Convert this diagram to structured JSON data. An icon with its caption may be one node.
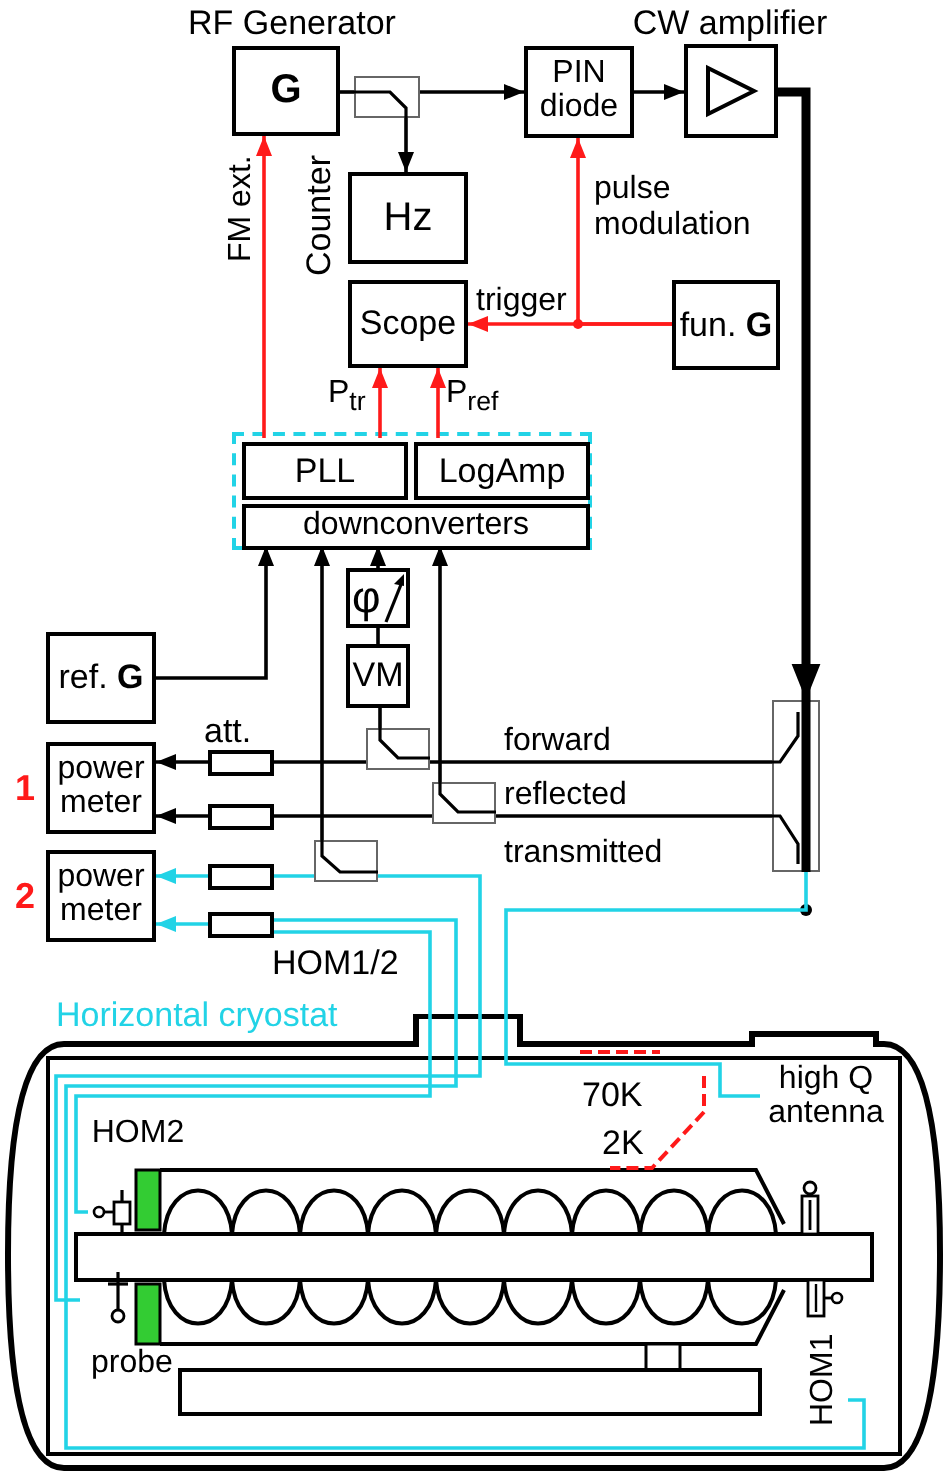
{
  "diagram": {
    "nodes": [
      {
        "text": [
          "RF Generator",
          "G"
        ]
      },
      {
        "text": [],
        "shape": "box"
      },
      {
        "text": [
          "Counter",
          "Hz"
        ]
      },
      {
        "text": [
          "PIN diode"
        ]
      },
      {
        "text": [
          "CW amplifier"
        ]
      },
      {
        "text": [
          "Scope"
        ]
      },
      {
        "text": [
          "fun. **G**"
        ]
      },
      {
        "text": [],
        "shape": "box"
      },
      {
        "text": [
          "PLL"
        ],
        "in": 7
      },
      {
        "text": [
          "LogAmp"
        ],
        "in": 7
      },
      {
        "text": [
          "downconverters"
        ],
        "in": 7
      },
      {
        "text": [
          "φ"
        ]
      },
      {
        "text": [
          "VM"
        ]
      },
      {
        "text": [
          "ref. **G**"
        ]
      },
      {
        "text": [
          "power meter"
        ],
        "beside": [
          "1"
        ]
      },
      {
        "text": [
          "power meter"
        ],
        "beside": [
          "2"
        ]
      },
      {
        "text": [],
        "shape": "box"
      },
      {
        "text": [],
        "shape": "box"
      },
      {
        "text": [],
        "shape": "box"
      },
      {
        "text": [],
        "shape": "box"
      },
      {
        "text": [],
        "shape": "box"
      },
      {
        "text": [],
        "shape": "box"
      },
      {
        "text": [],
        "shape": "box"
      },
      {
        "text": [],
        "shape": "box"
      },
      {
        "text": [
          "Horizontal cryostat"
        ]
      },
      {
        "text": [
          "HOM2"
        ],
        "in": 24
      },
      {
        "text": [
          "probe"
        ],
        "in": 24
      },
      {
        "text": [
          "high Q antenna"
        ],
        "in": 24
      },
      {
        "text": [
          "HOM1"
        ],
        "in": 24
      }
    ],
    "edges": [
      {
        "from": 0,
        "to": 1,
        "arrow": "none"
      },
      {
        "from": 1,
        "to": 3,
        "arrow": "to"
      },
      {
        "from": 1,
        "to": 2,
        "arrow": "to"
      },
      {
        "from": 3,
        "to": 4,
        "arrow": "to"
      },
      {
        "from": 4,
        "to": 20,
        "arrow": "to",
        "style": "thick"
      },
      {
        "from": 20,
        "to": 27,
        "arrow": "none",
        "color": "#22d3e6"
      },
      {
        "from": 20,
        "to": 21,
        "arrow": "none",
        "label": "forward"
      },
      {
        "from": 21,
        "to": 16,
        "arrow": "none"
      },
      {
        "from": 16,
        "to": 14,
        "arrow": "to"
      },
      {
        "from": 20,
        "to": 22,
        "arrow": "none",
        "label": "reflected"
      },
      {
        "from": 22,
        "to": 17,
        "arrow": "none"
      },
      {
        "from": 17,
        "to": 14,
        "arrow": "to"
      },
      {
        "from": 26,
        "to": 23,
        "arrow": "none",
        "label": "transmitted",
        "color": "#22d3e6"
      },
      {
        "from": 23,
        "to": 18,
        "arrow": "none",
        "color": "#22d3e6"
      },
      {
        "from": 18,
        "to": 15,
        "arrow": "to",
        "color": "#22d3e6"
      },
      {
        "from": 25,
        "to": 19,
        "arrow": "none",
        "color": "#22d3e6"
      },
      {
        "from": 28,
        "to": 19,
        "arrow": "none",
        "color": "#22d3e6"
      },
      {
        "from": 19,
        "to": 15,
        "arrow": "to",
        "color": "#22d3e6"
      },
      {
        "from": 21,
        "to": 12,
        "arrow": "none"
      },
      {
        "from": 12,
        "to": 11,
        "arrow": "none"
      },
      {
        "from": 11,
        "to": 10,
        "arrow": "to"
      },
      {
        "from": 22,
        "to": 10,
        "arrow": "to"
      },
      {
        "from": 23,
        "to": 10,
        "arrow": "to"
      },
      {
        "from": 13,
        "to": 10,
        "arrow": "to"
      },
      {
        "from": 8,
        "to": 0,
        "arrow": "to",
        "label": "FM ext.",
        "color": "#ff1a1a"
      },
      {
        "from": 8,
        "to": 5,
        "arrow": "to",
        "label": "P$_{tr}$",
        "color": "#ff1a1a"
      },
      {
        "from": 9,
        "to": 5,
        "arrow": "to",
        "label": "P$_{ref}$",
        "color": "#ff1a1a"
      },
      {
        "from": 6,
        "to": 5,
        "arrow": "to",
        "label": "trigger",
        "color": "#ff1a1a"
      },
      {
        "from": 6,
        "to": 3,
        "arrow": "to",
        "label": "pulse modulation",
        "color": "#ff1a1a"
      }
    ],
    "labels": [
      "att.",
      "HOM1/2",
      "70K",
      "2K"
    ]
  }
}
